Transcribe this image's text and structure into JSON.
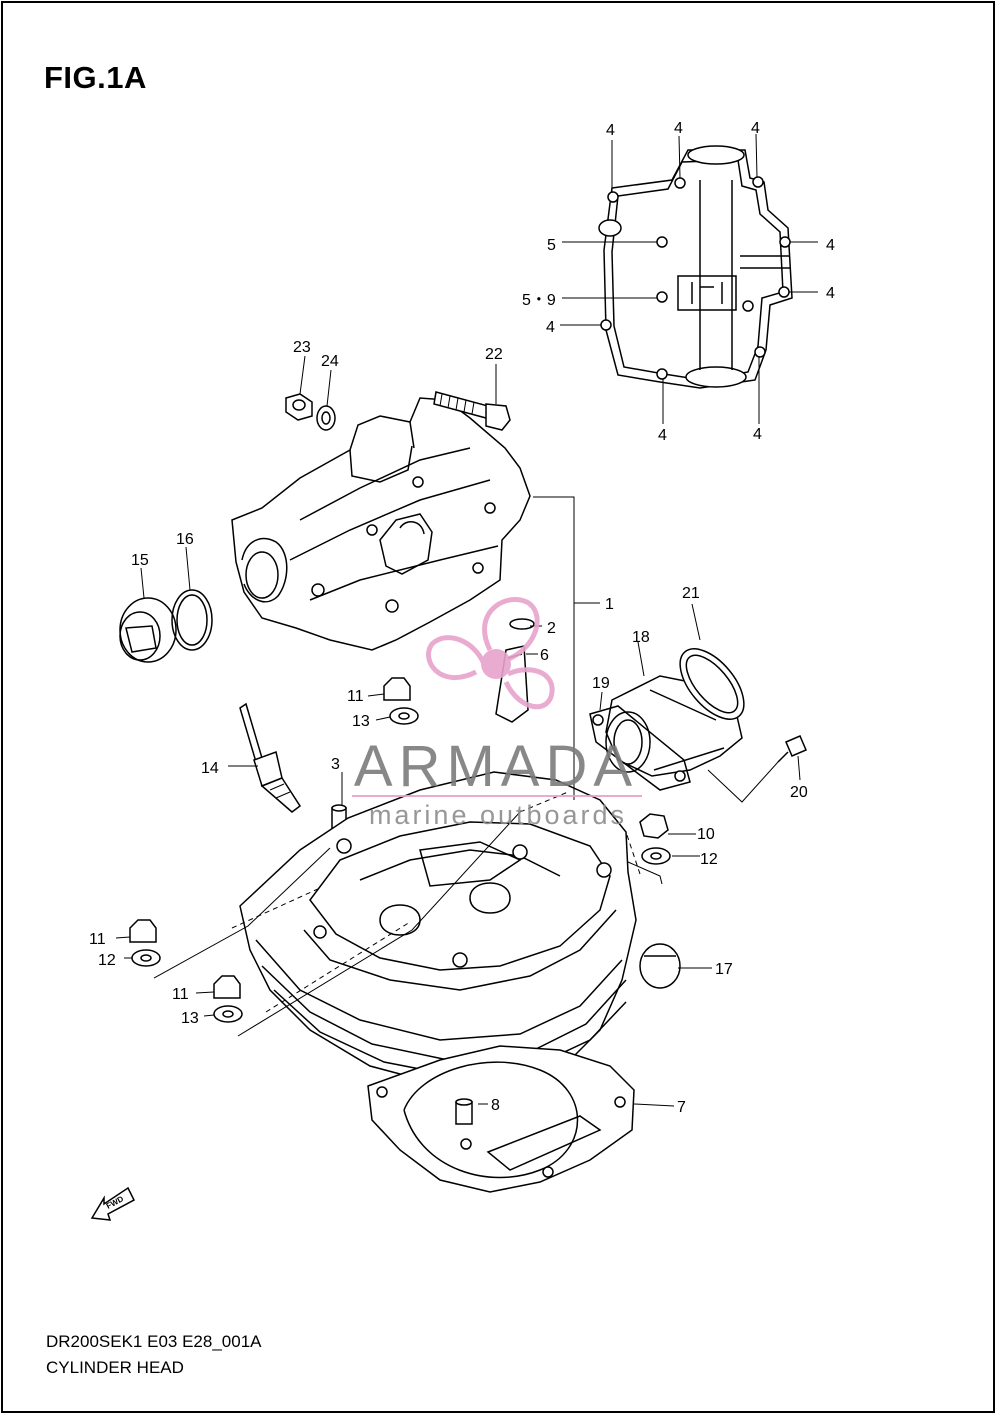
{
  "title": "FIG.1A",
  "footer": {
    "code": "DR200SEK1 E03 E28_001A",
    "name": "CYLINDER HEAD"
  },
  "watermark": {
    "brand": "ARMADA",
    "tagline": "marine outboards",
    "accent": "#e7a4cc",
    "text_color": "#7c7c7c"
  },
  "fwd_label": "FWD",
  "callouts": {
    "c1": "1",
    "c2": "2",
    "c3": "3",
    "c6": "6",
    "c7": "7",
    "c8": "8",
    "c10": "10",
    "c11a": "11",
    "c11b": "11",
    "c11c": "11",
    "c12a": "12",
    "c12b": "12",
    "c13a": "13",
    "c13b": "13",
    "c14": "14",
    "c15": "15",
    "c16": "16",
    "c17": "17",
    "c18": "18",
    "c19": "19",
    "c20": "20",
    "c21": "21",
    "c22": "22",
    "c23": "23",
    "c24": "24",
    "c4a": "4",
    "c4b": "4",
    "c4c": "4",
    "c4d": "4",
    "c4e": "4",
    "c4f": "4",
    "c4g": "4",
    "c4h": "4",
    "c5": "5",
    "c59": "5・9"
  }
}
